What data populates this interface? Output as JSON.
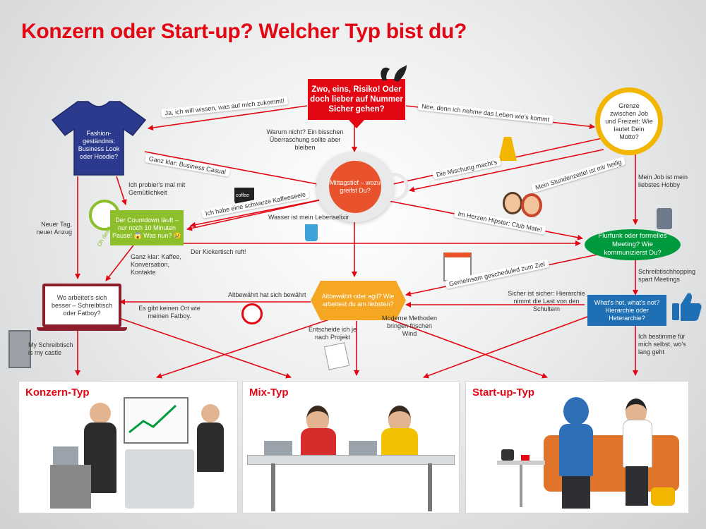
{
  "title": "Konzern oder Start-up? Welcher Typ bist du?",
  "colors": {
    "red": "#e30613",
    "green": "#009a3e",
    "blue": "#1f6fb5",
    "orange": "#f5a623",
    "lime": "#8dbf2a",
    "maroon": "#8c1d2c",
    "navy": "#25336b"
  },
  "nodes": {
    "start": "Zwo, eins, Risiko! Oder doch lieber auf Nummer Sicher gehen?",
    "shirt": "Fashion-geständnis: Business Look oder Hoodie?",
    "clock": "Grenze zwischen Job und Freizeit: Wie lautet Dein Motto?",
    "coffee": "Mittagstief – wozu greifst Du?",
    "countdown": "Der Countdown läuft – nur noch 10 Minuten Pause! 😱 Was nun? 😢",
    "flurfunk": "Flurfunk oder formelles Meeting? Wie kommunizierst Du?",
    "laptop": "Wo arbeitet's sich besser – Schreibtisch oder Fatboy?",
    "agile": "Altbewährt oder agil? Wie arbeitest du am liebsten?",
    "hierarchy": "What's hot, what's not? Hierarchie oder Heterarchie?"
  },
  "labels": {
    "l1": "Ja, ich will wissen, was auf mich zukommt!",
    "l2": "Nee, denn ich nehme das Leben wie's kommt",
    "l3": "Warum nicht? Ein bisschen Überraschung sollte aber bleiben",
    "l4": "Ganz klar: Business Casual",
    "l5": "Ich probier's mal mit Gemütlichkeit",
    "l6": "Die Mischung macht's",
    "l7": "Mein Stundenzettel ist mir heilig",
    "l8": "Mein Job ist mein liebstes Hobby",
    "l9": "Ich habe eine schwarze Kaffeeseele",
    "l10": "Wasser ist mein Lebenselixir",
    "l11": "Im Herzen Hipster: Club Mate!",
    "l12": "Neuer Tag, neuer Anzug",
    "l13": "Der Kickertisch ruft!",
    "l14": "Ganz klar: Kaffee, Konversation, Kontakte",
    "l15": "Gemeinsam gescheduled zum Ziel",
    "l16": "Schreibtischhopping spart Meetings",
    "l17": "Altbewährt hat sich bewährt",
    "l18": "Sicher ist sicher: Hierarchie nimmt die Last von den Schultern",
    "l19": "Es gibt keinen Ort wie meinen Fatboy.",
    "l20": "Entscheide ich je nach Projekt",
    "l21": "Moderne Methoden bringen frischen Wind",
    "l22": "My Schreibtisch is my castle",
    "l23": "Ich bestimme für mich selbst, wo's lang geht",
    "coffee_cup": "coffee",
    "oh_dear": "Oh dear!"
  },
  "panels": {
    "konzern": "Konzern-Typ",
    "mix": "Mix-Typ",
    "startup": "Start-up-Typ"
  }
}
